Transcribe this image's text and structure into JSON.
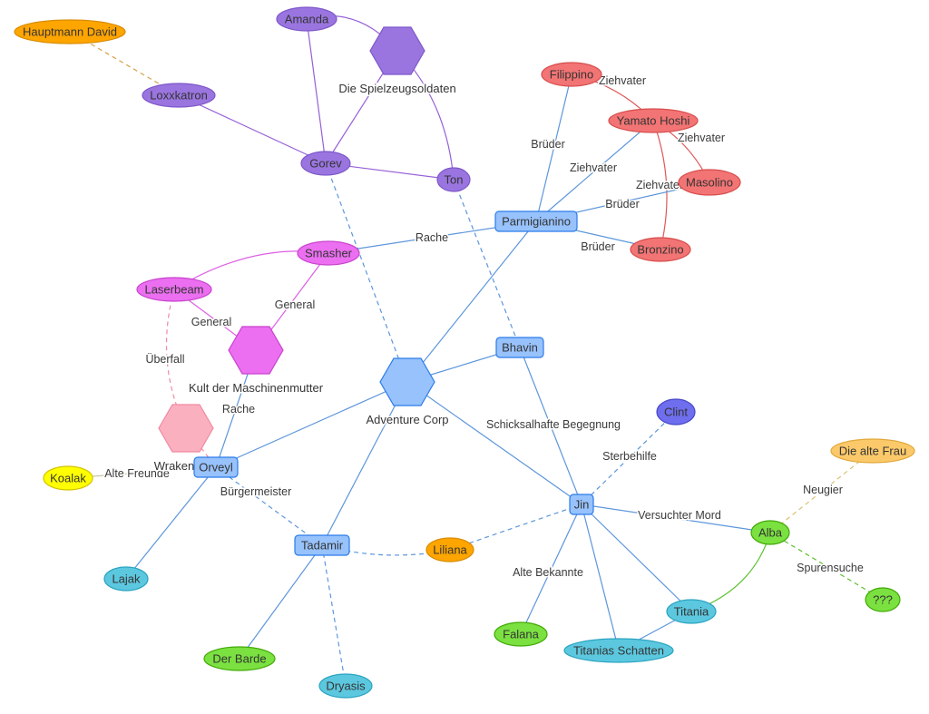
{
  "colors": {
    "purple": {
      "fill": "#9a75e0",
      "stroke": "#7e57c9"
    },
    "red": {
      "fill": "#f37474",
      "stroke": "#d64d4d"
    },
    "blue": {
      "fill": "#97c2fc",
      "stroke": "#2b7ce9"
    },
    "magenta": {
      "fill": "#eb6ff0",
      "stroke": "#c844cd"
    },
    "pink": {
      "fill": "#fbb0c0",
      "stroke": "#f08aa0"
    },
    "orange": {
      "fill": "#ffa500",
      "stroke": "#d88c00"
    },
    "lightorange": {
      "fill": "#fcc96a",
      "stroke": "#e0a83a"
    },
    "yellow": {
      "fill": "#ffff00",
      "stroke": "#d4c200"
    },
    "cyan": {
      "fill": "#5cc8df",
      "stroke": "#2aa3c0"
    },
    "green": {
      "fill": "#7be141",
      "stroke": "#41a906"
    },
    "indigo": {
      "fill": "#6e6eee",
      "stroke": "#4646c8"
    }
  },
  "edge_colors": {
    "purple": "#9660d8",
    "red": "#e05858",
    "blue": "#5d96db",
    "magenta": "#de5fe4",
    "pink": "#f08aa0",
    "orange": "#d4a24a",
    "lightorange": "#d9c070",
    "green": "#5bbf2e",
    "yellow": "#c8c8a0"
  },
  "nodes": [
    {
      "id": "hauptmann",
      "label": "Hauptmann David",
      "shape": "ellipse",
      "color": "orange"
    },
    {
      "id": "amanda",
      "label": "Amanda",
      "shape": "ellipse",
      "color": "purple"
    },
    {
      "id": "spielzeug",
      "label": "Die Spielzeugsoldaten",
      "shape": "hexagon",
      "color": "purple"
    },
    {
      "id": "loxxkatron",
      "label": "Loxxkatron",
      "shape": "ellipse",
      "color": "purple"
    },
    {
      "id": "gorev",
      "label": "Gorev",
      "shape": "ellipse",
      "color": "purple"
    },
    {
      "id": "ton",
      "label": "Ton",
      "shape": "ellipse",
      "color": "purple"
    },
    {
      "id": "filippino",
      "label": "Filippino",
      "shape": "ellipse",
      "color": "red"
    },
    {
      "id": "yamato",
      "label": "Yamato Hoshi",
      "shape": "ellipse",
      "color": "red"
    },
    {
      "id": "masolino",
      "label": "Masolino",
      "shape": "ellipse",
      "color": "red"
    },
    {
      "id": "bronzino",
      "label": "Bronzino",
      "shape": "ellipse",
      "color": "red"
    },
    {
      "id": "parmigianino",
      "label": "Parmigianino",
      "shape": "box",
      "color": "blue"
    },
    {
      "id": "smasher",
      "label": "Smasher",
      "shape": "ellipse",
      "color": "magenta"
    },
    {
      "id": "laserbeam",
      "label": "Laserbeam",
      "shape": "ellipse",
      "color": "magenta"
    },
    {
      "id": "kult",
      "label": "Kult der Maschinenmutter",
      "shape": "hexagon",
      "color": "magenta"
    },
    {
      "id": "wrakenberg",
      "label": "Wrakenberg",
      "shape": "hexagon",
      "color": "pink"
    },
    {
      "id": "adventure",
      "label": "Adventure Corp",
      "shape": "hexagon",
      "color": "blue"
    },
    {
      "id": "bhavin",
      "label": "Bhavin",
      "shape": "box",
      "color": "blue"
    },
    {
      "id": "clint",
      "label": "Clint",
      "shape": "ellipse",
      "color": "indigo"
    },
    {
      "id": "altefrau",
      "label": "Die alte Frau",
      "shape": "ellipse",
      "color": "lightorange"
    },
    {
      "id": "koalak",
      "label": "Koalak",
      "shape": "ellipse",
      "color": "yellow"
    },
    {
      "id": "orveyl",
      "label": "Orveyl",
      "shape": "box",
      "color": "blue"
    },
    {
      "id": "jin",
      "label": "Jin",
      "shape": "box",
      "color": "blue"
    },
    {
      "id": "alba",
      "label": "Alba",
      "shape": "ellipse",
      "color": "green"
    },
    {
      "id": "unknown",
      "label": "???",
      "shape": "ellipse",
      "color": "green"
    },
    {
      "id": "lajak",
      "label": "Lajak",
      "shape": "ellipse",
      "color": "cyan"
    },
    {
      "id": "tadamir",
      "label": "Tadamir",
      "shape": "box",
      "color": "blue"
    },
    {
      "id": "liliana",
      "label": "Liliana",
      "shape": "ellipse",
      "color": "orange"
    },
    {
      "id": "falana",
      "label": "Falana",
      "shape": "ellipse",
      "color": "green"
    },
    {
      "id": "titania",
      "label": "Titania",
      "shape": "ellipse",
      "color": "cyan"
    },
    {
      "id": "schatten",
      "label": "Titanias Schatten",
      "shape": "ellipse",
      "color": "cyan"
    },
    {
      "id": "barde",
      "label": "Der Barde",
      "shape": "ellipse",
      "color": "green"
    },
    {
      "id": "dryasis",
      "label": "Dryasis",
      "shape": "ellipse",
      "color": "cyan"
    }
  ],
  "edges": [
    {
      "from": "hauptmann",
      "to": "loxxkatron",
      "label": "",
      "dashed": true,
      "color": "orange"
    },
    {
      "from": "loxxkatron",
      "to": "gorev",
      "label": "",
      "dashed": false,
      "color": "purple"
    },
    {
      "from": "amanda",
      "to": "spielzeug",
      "label": "",
      "dashed": false,
      "color": "purple"
    },
    {
      "from": "amanda",
      "to": "gorev",
      "label": "",
      "dashed": false,
      "color": "purple"
    },
    {
      "from": "spielzeug",
      "to": "gorev",
      "label": "",
      "dashed": false,
      "color": "purple"
    },
    {
      "from": "spielzeug",
      "to": "ton",
      "label": "",
      "dashed": false,
      "color": "purple"
    },
    {
      "from": "gorev",
      "to": "ton",
      "label": "",
      "dashed": false,
      "color": "purple"
    },
    {
      "from": "gorev",
      "to": "adventure",
      "label": "",
      "dashed": true,
      "color": "blue"
    },
    {
      "from": "ton",
      "to": "bhavin",
      "label": "",
      "dashed": true,
      "color": "blue"
    },
    {
      "from": "filippino",
      "to": "yamato",
      "label": "Ziehvater",
      "dashed": false,
      "color": "red"
    },
    {
      "from": "yamato",
      "to": "masolino",
      "label": "Ziehvater",
      "dashed": false,
      "color": "red"
    },
    {
      "from": "yamato",
      "to": "bronzino",
      "label": "Ziehvater",
      "dashed": false,
      "color": "red"
    },
    {
      "from": "filippino",
      "to": "parmigianino",
      "label": "Brüder",
      "dashed": false,
      "color": "blue"
    },
    {
      "from": "yamato",
      "to": "parmigianino",
      "label": "Ziehvater",
      "dashed": false,
      "color": "blue"
    },
    {
      "from": "masolino",
      "to": "parmigianino",
      "label": "Brüder",
      "dashed": false,
      "color": "blue"
    },
    {
      "from": "bronzino",
      "to": "parmigianino",
      "label": "Brüder",
      "dashed": false,
      "color": "blue"
    },
    {
      "from": "smasher",
      "to": "parmigianino",
      "label": "Rache",
      "dashed": false,
      "color": "blue"
    },
    {
      "from": "parmigianino",
      "to": "adventure",
      "label": "",
      "dashed": false,
      "color": "blue"
    },
    {
      "from": "smasher",
      "to": "laserbeam",
      "label": "",
      "dashed": false,
      "color": "magenta"
    },
    {
      "from": "smasher",
      "to": "kult",
      "label": "General",
      "dashed": false,
      "color": "magenta"
    },
    {
      "from": "laserbeam",
      "to": "kult",
      "label": "General",
      "dashed": false,
      "color": "magenta"
    },
    {
      "from": "laserbeam",
      "to": "wrakenberg",
      "label": "Überfall",
      "dashed": true,
      "color": "pink"
    },
    {
      "from": "kult",
      "to": "orveyl",
      "label": "Rache",
      "dashed": false,
      "color": "blue"
    },
    {
      "from": "wrakenberg",
      "to": "orveyl",
      "label": "",
      "dashed": true,
      "color": "pink"
    },
    {
      "from": "adventure",
      "to": "bhavin",
      "label": "",
      "dashed": false,
      "color": "blue"
    },
    {
      "from": "adventure",
      "to": "orveyl",
      "label": "",
      "dashed": false,
      "color": "blue"
    },
    {
      "from": "adventure",
      "to": "tadamir",
      "label": "",
      "dashed": false,
      "color": "blue"
    },
    {
      "from": "adventure",
      "to": "jin",
      "label": "Schicksalhafte Begegnung",
      "dashed": false,
      "color": "blue"
    },
    {
      "from": "bhavin",
      "to": "jin",
      "label": "",
      "dashed": false,
      "color": "blue"
    },
    {
      "from": "koalak",
      "to": "orveyl",
      "label": "Alte Freunde",
      "dashed": false,
      "color": "yellow"
    },
    {
      "from": "orveyl",
      "to": "lajak",
      "label": "",
      "dashed": false,
      "color": "blue"
    },
    {
      "from": "orveyl",
      "to": "tadamir",
      "label": "Bürgermeister",
      "dashed": true,
      "color": "blue"
    },
    {
      "from": "clint",
      "to": "jin",
      "label": "Sterbehilfe",
      "dashed": true,
      "color": "blue"
    },
    {
      "from": "jin",
      "to": "alba",
      "label": "Versuchter Mord",
      "dashed": false,
      "color": "blue"
    },
    {
      "from": "jin",
      "to": "liliana",
      "label": "",
      "dashed": true,
      "color": "blue"
    },
    {
      "from": "jin",
      "to": "falana",
      "label": "Alte Bekannte",
      "dashed": false,
      "color": "blue"
    },
    {
      "from": "jin",
      "to": "titania",
      "label": "",
      "dashed": false,
      "color": "blue"
    },
    {
      "from": "jin",
      "to": "schatten",
      "label": "",
      "dashed": false,
      "color": "blue"
    },
    {
      "from": "altefrau",
      "to": "alba",
      "label": "Neugier",
      "dashed": true,
      "color": "lightorange"
    },
    {
      "from": "alba",
      "to": "unknown",
      "label": "Spurensuche",
      "dashed": true,
      "color": "green"
    },
    {
      "from": "alba",
      "to": "titania",
      "label": "",
      "dashed": false,
      "color": "green"
    },
    {
      "from": "titania",
      "to": "schatten",
      "label": "",
      "dashed": false,
      "color": "blue"
    },
    {
      "from": "tadamir",
      "to": "liliana",
      "label": "",
      "dashed": true,
      "color": "blue"
    },
    {
      "from": "tadamir",
      "to": "barde",
      "label": "",
      "dashed": false,
      "color": "blue"
    },
    {
      "from": "tadamir",
      "to": "dryasis",
      "label": "",
      "dashed": true,
      "color": "blue"
    }
  ]
}
